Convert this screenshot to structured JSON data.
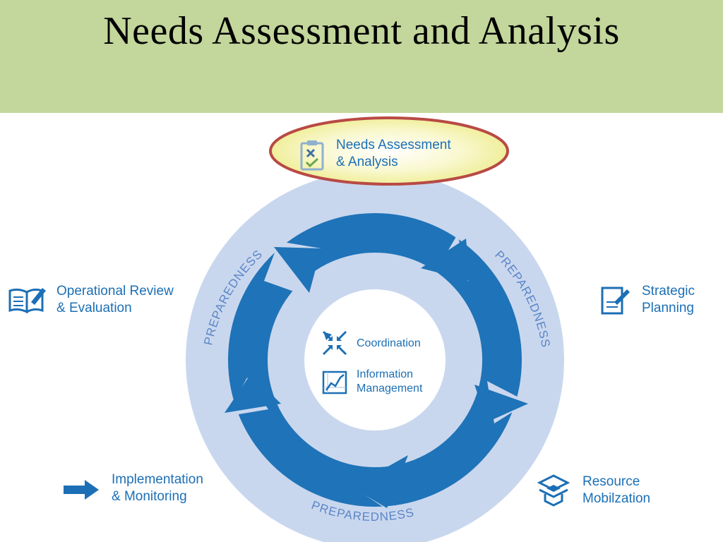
{
  "slide": {
    "title": "Needs Assessment and Analysis"
  },
  "colors": {
    "banner": "#c3d69b",
    "ring_outer": "#c9d7ee",
    "ring_arrows": "#1f73b8",
    "text_blue": "#1c6fb5",
    "highlight_fill": "#f6f5b0",
    "highlight_stroke": "#b84a45"
  },
  "cycle": {
    "ring_word": "PREPAREDNESS",
    "stages": [
      {
        "line1": "Needs Assessment",
        "line2": "& Analysis",
        "icon": "clipboard-checklist-icon",
        "highlighted": true
      },
      {
        "line1": "Strategic",
        "line2": "Planning",
        "icon": "document-pen-icon"
      },
      {
        "line1": "Resource",
        "line2": "Mobilzation",
        "icon": "stacked-box-icon"
      },
      {
        "line1": "Implementation",
        "line2": "& Monitoring",
        "icon": "right-arrow-icon"
      },
      {
        "line1": "Operational Review",
        "line2": "& Evaluation",
        "icon": "open-book-pen-icon"
      }
    ],
    "center": [
      {
        "line1": "Coordination",
        "icon": "converging-arrows-icon"
      },
      {
        "line1": "Information",
        "line2": "Management",
        "icon": "line-chart-icon"
      }
    ]
  }
}
